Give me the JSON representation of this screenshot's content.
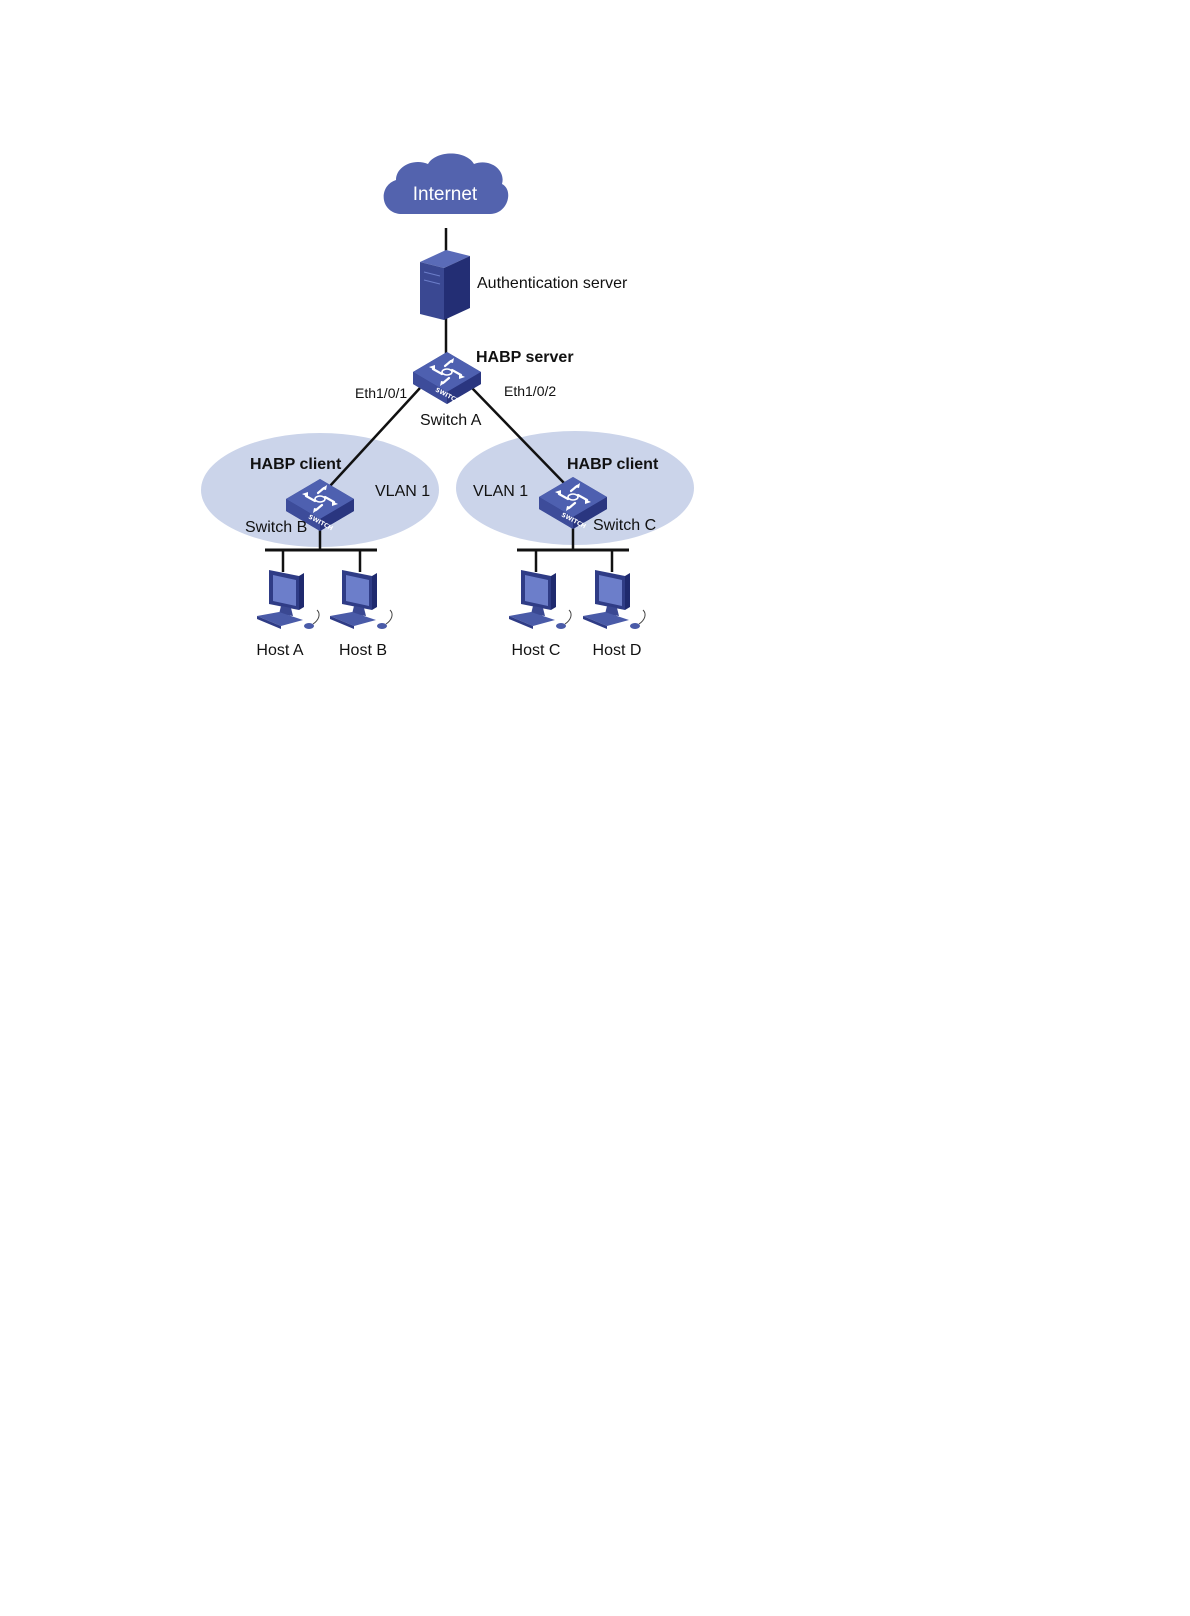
{
  "colors": {
    "device_blue": "#4A5BA8",
    "device_dark": "#2F3C86",
    "cloud": "#5363AE",
    "vlan_fill": "#CBD4EA",
    "line": "#111111"
  },
  "internet": {
    "label": "Internet",
    "icon": "cloud-icon"
  },
  "auth_server": {
    "label": "Authentication server",
    "icon": "server-icon"
  },
  "switch_a": {
    "name": "Switch A",
    "role": "HABP server",
    "icon": "switch-icon",
    "port_left": "Eth1/0/1",
    "port_right": "Eth1/0/2"
  },
  "switch_b": {
    "name": "Switch B",
    "role": "HABP client",
    "vlan": "VLAN 1",
    "icon": "switch-icon"
  },
  "switch_c": {
    "name": "Switch C",
    "role": "HABP client",
    "vlan": "VLAN 1",
    "icon": "switch-icon"
  },
  "switch_badge": "SWITCH",
  "hosts": [
    {
      "label": "Host A",
      "icon": "computer-icon"
    },
    {
      "label": "Host B",
      "icon": "computer-icon"
    },
    {
      "label": "Host C",
      "icon": "computer-icon"
    },
    {
      "label": "Host D",
      "icon": "computer-icon"
    }
  ]
}
